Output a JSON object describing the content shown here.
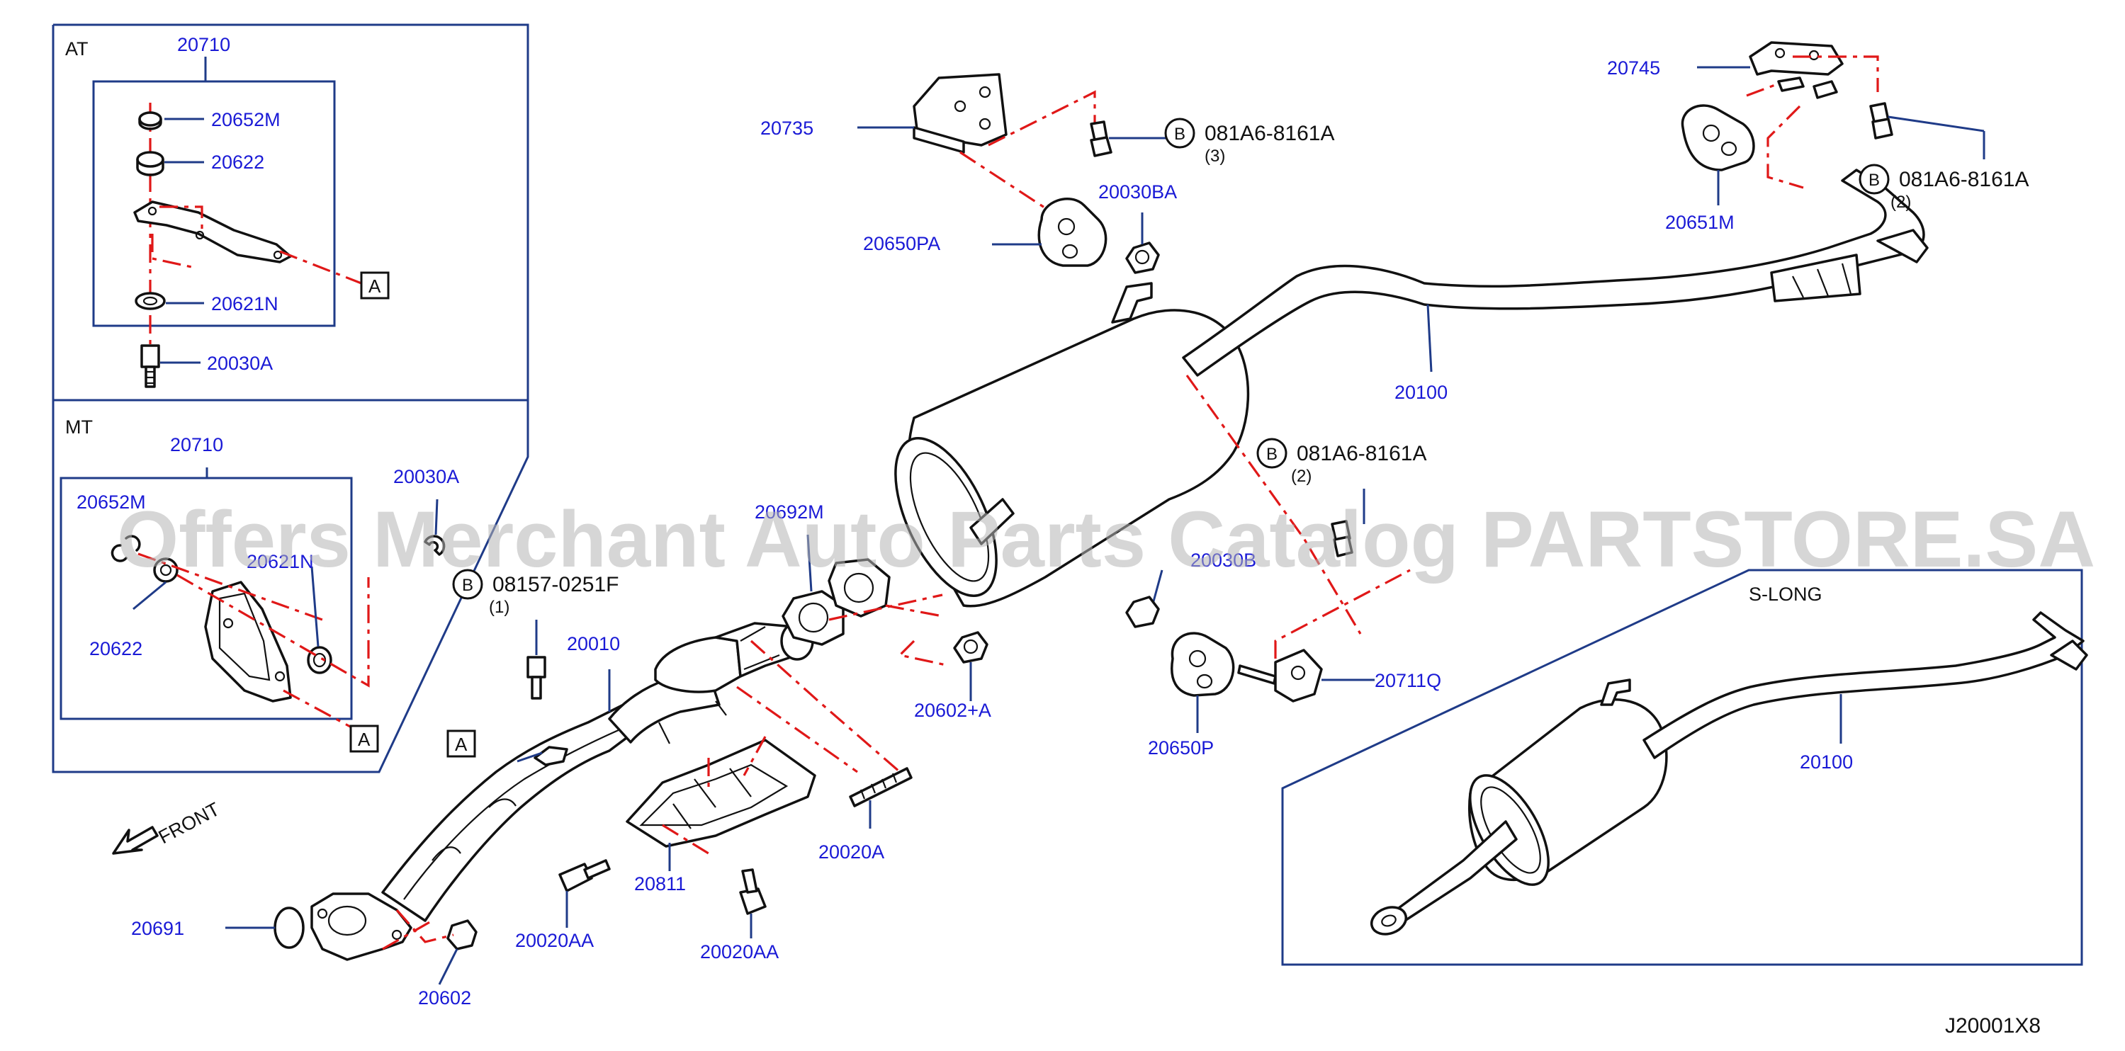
{
  "diagram": {
    "sections": {
      "at": "AT",
      "mt": "MT",
      "slong": "S-LONG"
    },
    "parts": {
      "p20710_at": "20710",
      "p20652m_at": "20652M",
      "p20622_at": "20622",
      "p20621n_at": "20621N",
      "p20030a_at": "20030A",
      "p20710_mt": "20710",
      "p20652m_mt": "20652M",
      "p20621n_mt": "20621N",
      "p20622_mt": "20622",
      "p20030a_mt": "20030A",
      "p20735": "20735",
      "p20650pa": "20650PA",
      "p20030ba": "20030BA",
      "p20745": "20745",
      "p20651m": "20651M",
      "p20100_main": "20100",
      "p20692m": "20692M",
      "p20030b": "20030B",
      "p20010": "20010",
      "p20602a": "20602+A",
      "p20711q": "20711Q",
      "p20650p": "20650P",
      "p20020a": "20020A",
      "p20811": "20811",
      "p20020aa_1": "20020AA",
      "p20020aa_2": "20020AA",
      "p20691": "20691",
      "p20602": "20602",
      "p20100_slong": "20100"
    },
    "bolts": {
      "b1": {
        "code": "081A6-8161A",
        "qty": "(3)"
      },
      "b2": {
        "code": "081A6-8161A",
        "qty": "(2)"
      },
      "b3": {
        "code": "081A6-8161A",
        "qty": "(2)"
      },
      "b4": {
        "code": "08157-0251F",
        "qty": "(1)"
      }
    },
    "circle_letter": "B",
    "box_letter": "A",
    "front": "FRONT",
    "diagram_code": "J20001X8",
    "watermark": "Offers Merchant Auto Parts Catalog PARTSTORE.SA"
  }
}
